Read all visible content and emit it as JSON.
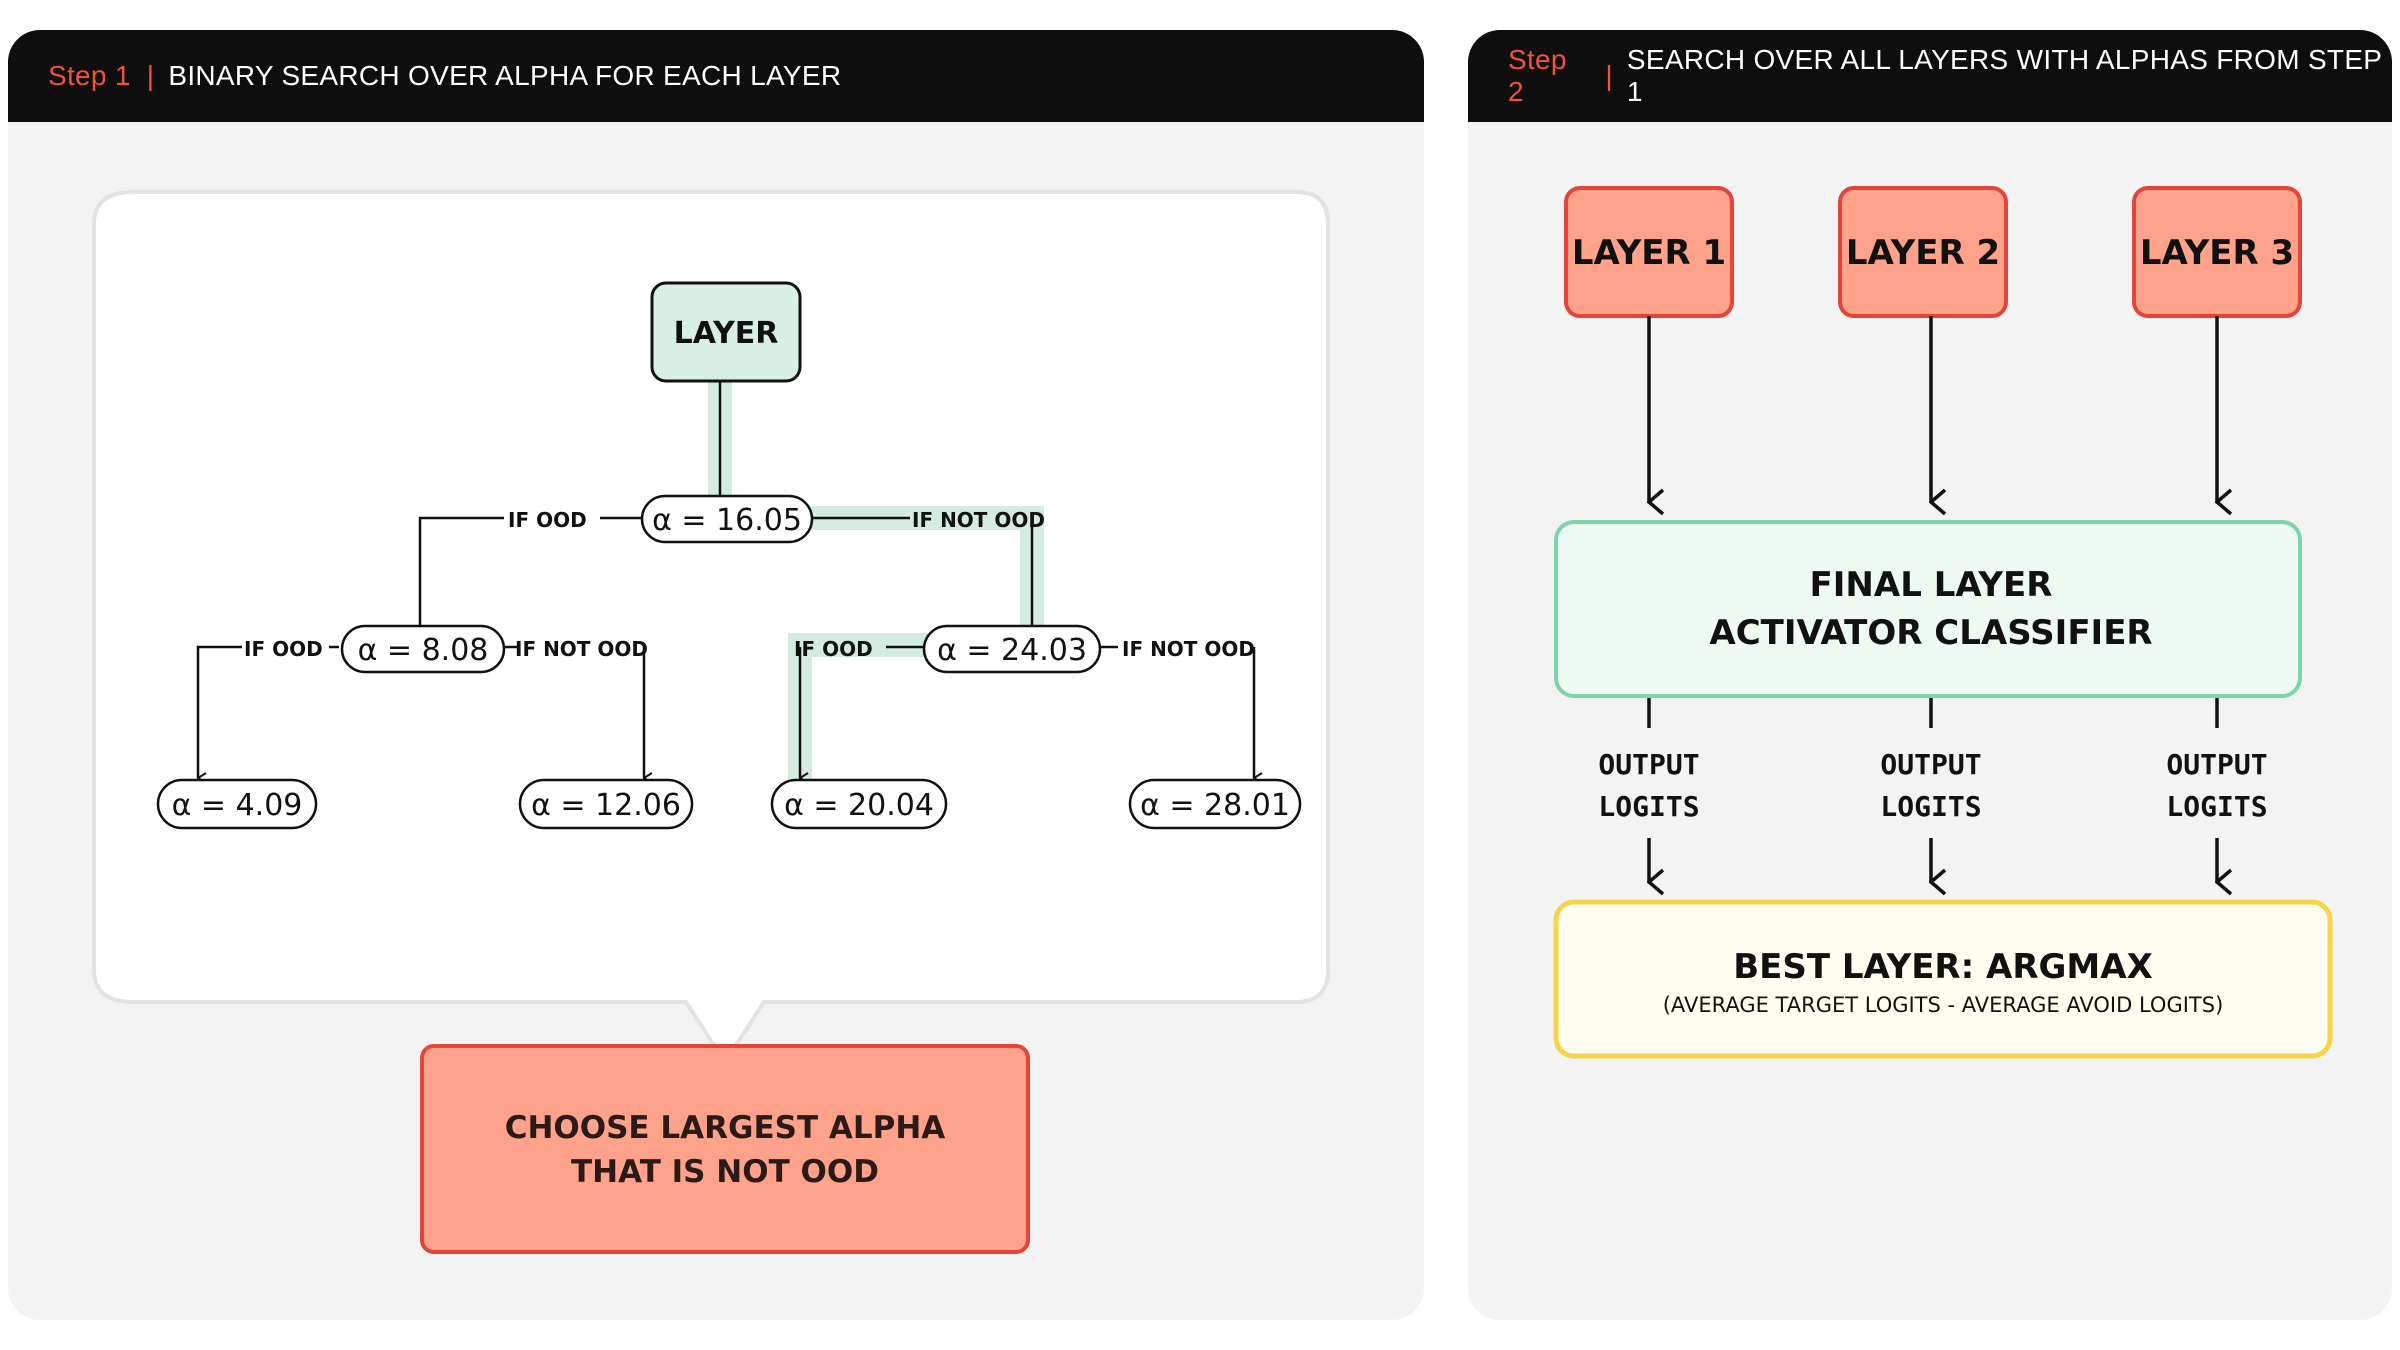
{
  "step1": {
    "label": "Step 1",
    "separator": "|",
    "title": "BINARY SEARCH OVER ALPHA FOR EACH LAYER",
    "layer_node": "LAYER",
    "root": "α = 16.05",
    "left_node": "α = 8.08",
    "right_node": "α = 24.03",
    "leaf_1": "α = 4.09",
    "leaf_2": "α = 12.06",
    "leaf_3": "α = 20.04",
    "leaf_4": "α = 28.01",
    "edge_root_left": "IF OOD",
    "edge_root_right": "IF NOT OOD",
    "edge_left_left": "IF OOD",
    "edge_left_right": "IF NOT OOD",
    "edge_right_left": "IF OOD",
    "edge_right_right": "IF NOT OOD",
    "result_line1": "CHOOSE LARGEST ALPHA",
    "result_line2": "THAT IS NOT OOD"
  },
  "step2": {
    "label": "Step 2",
    "separator": "|",
    "title": "SEARCH OVER ALL LAYERS WITH ALPHAS FROM STEP 1",
    "layers": [
      "LAYER 1",
      "LAYER 2",
      "LAYER 3"
    ],
    "classifier_line1": "FINAL LAYER",
    "classifier_line2": "ACTIVATOR CLASSIFIER",
    "outputs": [
      {
        "line1": "OUTPUT",
        "line2": "LOGITS"
      },
      {
        "line1": "OUTPUT",
        "line2": "LOGITS"
      },
      {
        "line1": "OUTPUT",
        "line2": "LOGITS"
      }
    ],
    "best_title": "BEST LAYER: ARGMAX",
    "best_subtitle": "(AVERAGE TARGET LOGITS - AVERAGE AVOID LOGITS)"
  },
  "colors": {
    "header_bg": "#0e0e0e",
    "accent_orange": "#f0523a",
    "panel_bg": "#f3f3f3",
    "layer_green_fill": "#d8f0e4",
    "highlight_green": "#d4ecdf",
    "salmon_fill": "#ffa28b",
    "salmon_stroke": "#e3453a",
    "classifier_stroke": "#7ed4aa",
    "classifier_fill": "#eef9f3",
    "best_stroke": "#f7d34a",
    "best_fill": "#fffdf0"
  }
}
